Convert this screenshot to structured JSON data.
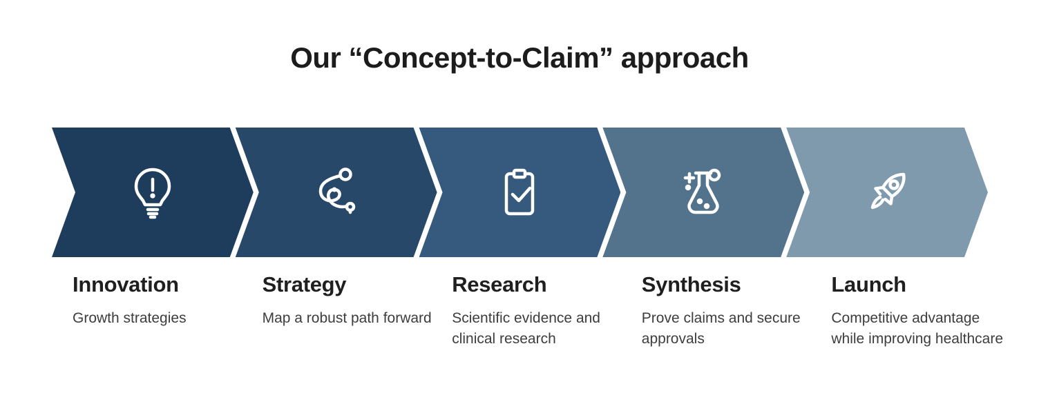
{
  "title": "Our “Concept-to-Claim” approach",
  "steps": [
    {
      "label": "Innovation",
      "description": "Growth strategies",
      "color": "#1e3d5c",
      "icon": "lightbulb-alert-icon"
    },
    {
      "label": "Strategy",
      "description": "Map a robust path forward",
      "color": "#28486a",
      "icon": "route-path-icon"
    },
    {
      "label": "Research",
      "description": "Scientific evidence and clinical research",
      "color": "#36597e",
      "icon": "clipboard-check-icon"
    },
    {
      "label": "Synthesis",
      "description": "Prove claims and secure approvals",
      "color": "#53728c",
      "icon": "flask-icon"
    },
    {
      "label": "Launch",
      "description": "Competitive advantage while improving healthcare",
      "color": "#7e9aac",
      "icon": "rocket-icon"
    }
  ]
}
